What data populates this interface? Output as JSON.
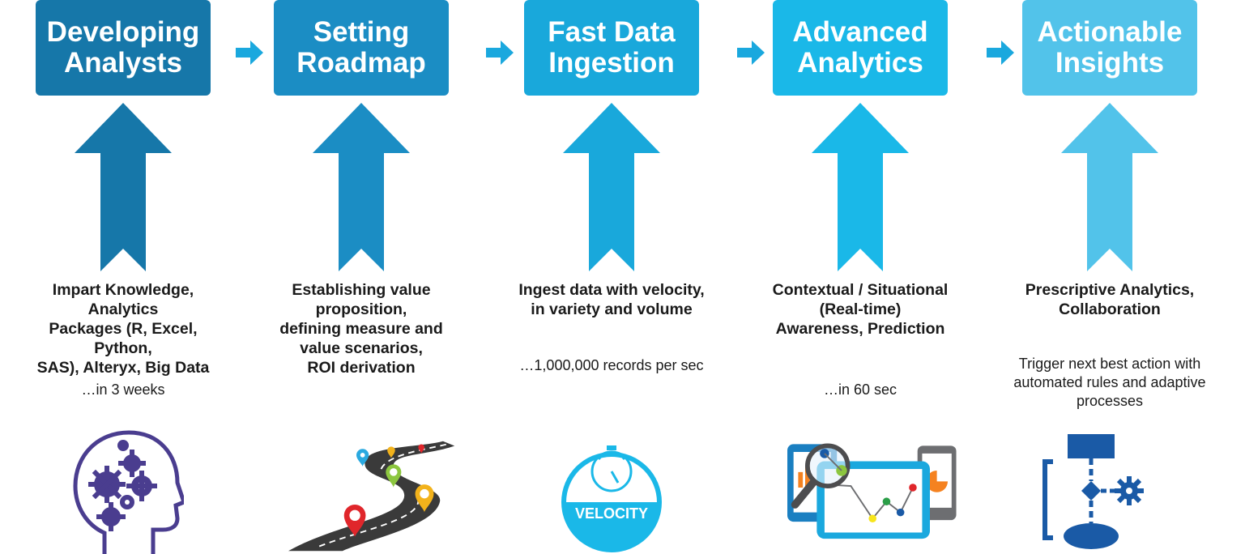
{
  "colors": {
    "stage1": "#1677a9",
    "stage2": "#1b8dc4",
    "stage3": "#19a8db",
    "stage4": "#1ab8e8",
    "stage5": "#52c3ea",
    "flow_arrow": "#1aa8de",
    "text": "#1a1a1a",
    "icon_purple": "#4a3d8f",
    "road": "#3a3a3a"
  },
  "stages": [
    {
      "title": "Developing\nAnalysts",
      "description": "Impart Knowledge, Analytics\nPackages (R, Excel, Python,\nSAS), Alteryx, Big Data",
      "note": "…in 3 weeks",
      "icon": "brain-gears-icon"
    },
    {
      "title": "Setting\nRoadmap",
      "description": "Establishing value\nproposition,\ndefining measure and\nvalue scenarios,\nROI derivation",
      "note": "",
      "icon": "roadmap-road-icon"
    },
    {
      "title": "Fast Data\nIngestion",
      "description": "Ingest data with velocity,\nin variety and volume",
      "note": "…1,000,000 records per sec",
      "icon": "velocity-stopwatch-icon",
      "icon_label": "VELOCITY"
    },
    {
      "title": "Advanced\nAnalytics",
      "description": "Contextual / Situational\n(Real-time)\nAwareness, Prediction",
      "note": "…in 60 sec",
      "icon": "analytics-devices-icon"
    },
    {
      "title": "Actionable\nInsights",
      "description": "Prescriptive Analytics,\nCollaboration",
      "note": "Trigger next best action with\nautomated rules and adaptive\nprocesses",
      "icon": "process-flow-icon"
    }
  ]
}
